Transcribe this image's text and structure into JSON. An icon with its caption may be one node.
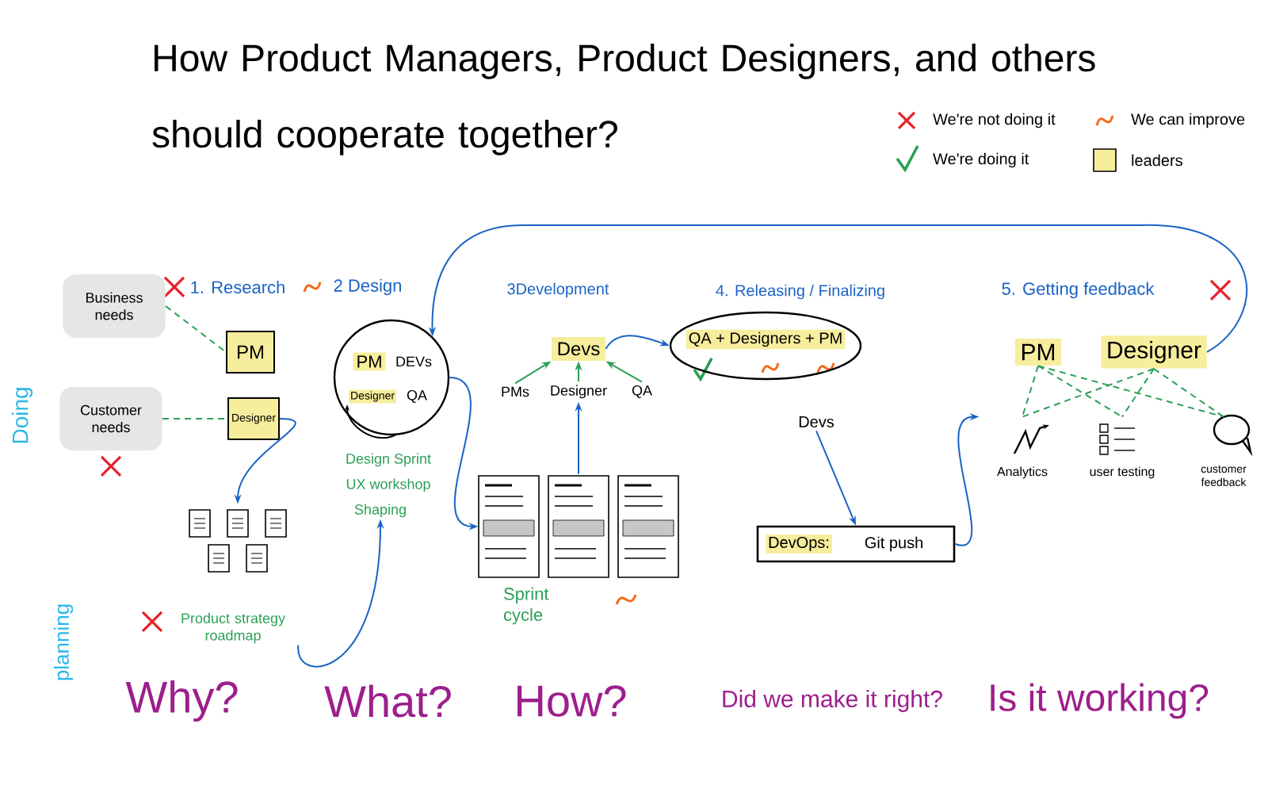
{
  "diagram": {
    "title": "How Product Managers, Product Designers, and others should cooperate together?",
    "nodes": [
      {
        "text": [
          "Business needs"
        ]
      },
      {
        "text": [
          "Customer needs"
        ]
      },
      {
        "text": [
          "PM"
        ]
      },
      {
        "text": [
          "Designer"
        ]
      },
      {
        "text": [],
        "shape": "picture",
        "beside": [
          "Product strategy roadmap"
        ]
      },
      {
        "text": [
          "PM",
          "DEVs",
          "Designer",
          "QA"
        ],
        "beside": [
          "Design Sprint",
          "UX workshop",
          "Shaping"
        ]
      },
      {
        "text": [
          "Devs"
        ]
      },
      {
        "text": [
          "PMs"
        ]
      },
      {
        "text": [
          "Designer"
        ]
      },
      {
        "text": [
          "QA"
        ]
      },
      {
        "text": [],
        "shape": "picture",
        "beside": [
          "Sprint cycle"
        ]
      },
      {
        "text": [
          "QA + Designers + PM"
        ]
      },
      {
        "text": [
          "Devs"
        ]
      },
      {
        "text": [
          "DevOps:",
          "Git push"
        ]
      },
      {
        "text": [
          "PM"
        ]
      },
      {
        "text": [
          "Designer"
        ]
      },
      {
        "text": [
          "Analytics"
        ]
      },
      {
        "text": [
          "user testing"
        ]
      },
      {
        "text": [
          "customer feedback"
        ]
      }
    ],
    "edges": [
      {
        "from": 0,
        "to": 2,
        "arrow": "none",
        "style": "dashed"
      },
      {
        "from": 1,
        "to": 3,
        "arrow": "none",
        "style": "dashed"
      },
      {
        "from": 3,
        "to": 4,
        "arrow": "to",
        "color": "#1a63c4"
      },
      {
        "from": 4,
        "to": 5,
        "arrow": "to",
        "color": "#1a63c4"
      },
      {
        "from": 5,
        "to": 10,
        "arrow": "to",
        "color": "#1a63c4"
      },
      {
        "from": 10,
        "to": 8,
        "arrow": "to",
        "color": "#1a63c4"
      },
      {
        "from": 7,
        "to": 6,
        "arrow": "to"
      },
      {
        "from": 8,
        "to": 6,
        "arrow": "to"
      },
      {
        "from": 9,
        "to": 6,
        "arrow": "to"
      },
      {
        "from": 6,
        "to": 11,
        "arrow": "to",
        "color": "#1a63c4"
      },
      {
        "from": 12,
        "to": 13,
        "arrow": "to",
        "color": "#1a63c4"
      },
      {
        "from": 13,
        "to": 16,
        "arrow": "to",
        "color": "#1a63c4"
      },
      {
        "from": 15,
        "to": 5,
        "arrow": "to",
        "color": "#1a63c4"
      },
      {
        "from": 14,
        "to": 16,
        "arrow": "none",
        "style": "dashed"
      },
      {
        "from": 14,
        "to": 17,
        "arrow": "none",
        "style": "dashed"
      },
      {
        "from": 14,
        "to": 18,
        "arrow": "none",
        "style": "dashed"
      },
      {
        "from": 15,
        "to": 16,
        "arrow": "none",
        "style": "dashed"
      },
      {
        "from": 15,
        "to": 17,
        "arrow": "none",
        "style": "dashed"
      },
      {
        "from": 15,
        "to": 18,
        "arrow": "none",
        "style": "dashed"
      }
    ],
    "labels": [
      "1. Research",
      "2 Design",
      "3Development",
      "4. Releasing / Finalizing",
      "5. Getting feedback",
      "Doing",
      "planning",
      "Why?",
      "What?",
      "How?",
      "Did we make it right?",
      "Is it working?"
    ],
    "legend": [
      {
        "text": "We're not doing it"
      },
      {
        "text": "We can improve"
      },
      {
        "text": "We're doing it"
      },
      {
        "text": "leaders",
        "color": "#f6ee9c"
      }
    ]
  }
}
